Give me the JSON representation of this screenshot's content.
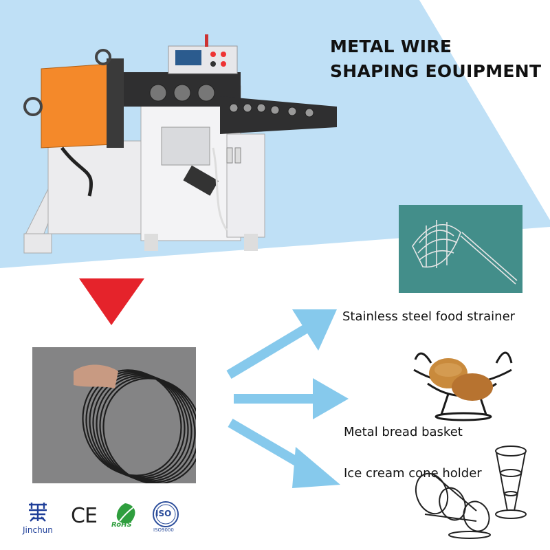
{
  "title": {
    "line1": "METAL WIRE",
    "line2": "SHAPING EOUIPMENT"
  },
  "products": [
    {
      "label": "Stainless steel food strainer",
      "image_icon": "wire-strainer-icon"
    },
    {
      "label": "Metal bread basket",
      "image_icon": "bread-basket-icon"
    },
    {
      "label": "Ice cream cone holder",
      "image_icon": "cone-holder-icon"
    }
  ],
  "logos": {
    "brand": "Jinchun",
    "ce": "CE",
    "rohs": "RoHS",
    "iso": "ISO",
    "iso_sub": "ISO9000"
  },
  "colors": {
    "background_blue": "#bfe0f6",
    "arrow_blue": "#86c9ec",
    "arrow_red": "#e5232b",
    "machine_orange": "#f4892a",
    "brand_blue": "#1f3f99",
    "rohs_green": "#2f9e3e"
  }
}
